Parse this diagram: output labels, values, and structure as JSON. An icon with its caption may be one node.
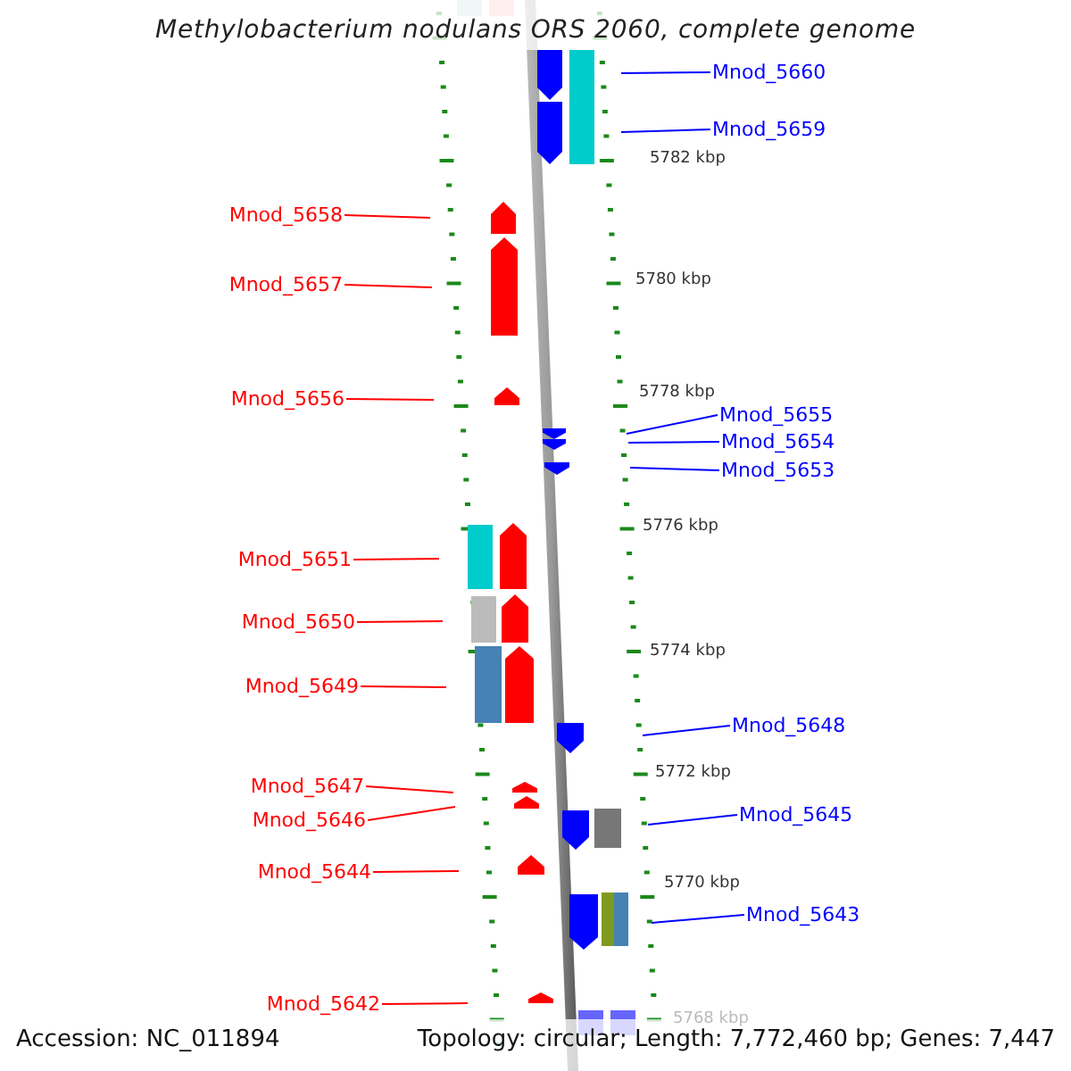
{
  "diagram": {
    "title": "Methylobacterium nodulans ORS 2060, complete genome",
    "nodes": [
      {
        "text": [
          "Mnod_5660"
        ]
      },
      {
        "text": [
          "Mnod_5659"
        ]
      },
      {
        "text": [
          "Mnod_5658"
        ]
      },
      {
        "text": [
          "Mnod_5657"
        ]
      },
      {
        "text": [
          "Mnod_5656"
        ]
      },
      {
        "text": [
          "Mnod_5655"
        ]
      },
      {
        "text": [
          "Mnod_5654"
        ]
      },
      {
        "text": [
          "Mnod_5653"
        ]
      },
      {
        "text": [
          "Mnod_5651"
        ]
      },
      {
        "text": [
          "Mnod_5650"
        ]
      },
      {
        "text": [
          "Mnod_5649"
        ]
      },
      {
        "text": [
          "Mnod_5648"
        ]
      },
      {
        "text": [
          "Mnod_5647"
        ]
      },
      {
        "text": [
          "Mnod_5646"
        ]
      },
      {
        "text": [
          "Mnod_5645"
        ]
      },
      {
        "text": [
          "Mnod_5644"
        ]
      },
      {
        "text": [
          "Mnod_5643"
        ]
      },
      {
        "text": [
          "Mnod_5642"
        ]
      }
    ],
    "edges": [
      {
        "from": 0,
        "to": null,
        "arrow": "none",
        "color": "#0000ff"
      },
      {
        "from": 1,
        "to": null,
        "arrow": "none",
        "color": "#0000ff"
      },
      {
        "from": 2,
        "to": null,
        "arrow": "none"
      },
      {
        "from": 3,
        "to": null,
        "arrow": "none"
      },
      {
        "from": 4,
        "to": null,
        "arrow": "none"
      },
      {
        "from": 5,
        "to": null,
        "arrow": "none",
        "color": "#0000ff"
      },
      {
        "from": 6,
        "to": null,
        "arrow": "none",
        "color": "#0000ff"
      },
      {
        "from": 7,
        "to": null,
        "arrow": "none",
        "color": "#0000ff"
      },
      {
        "from": 8,
        "to": null,
        "arrow": "none"
      },
      {
        "from": 9,
        "to": null,
        "arrow": "none"
      },
      {
        "from": 10,
        "to": null,
        "arrow": "none"
      },
      {
        "from": 11,
        "to": null,
        "arrow": "none",
        "color": "#0000ff"
      },
      {
        "from": 12,
        "to": null,
        "arrow": "none"
      },
      {
        "from": 13,
        "to": null,
        "arrow": "none"
      },
      {
        "from": 14,
        "to": null,
        "arrow": "none",
        "color": "#0000ff"
      },
      {
        "from": 15,
        "to": null,
        "arrow": "none"
      },
      {
        "from": 16,
        "to": null,
        "arrow": "none",
        "color": "#0000ff"
      },
      {
        "from": 17,
        "to": null,
        "arrow": "none"
      }
    ],
    "labels": [
      "5782 kbp",
      "5780 kbp",
      "5778 kbp",
      "5776 kbp",
      "5774 kbp",
      "5772 kbp",
      "5770 kbp",
      "5768 kbp",
      "Accession: NC_011894",
      "Topology: circular; Length: 7,772,460 bp; Genes: 7,447"
    ]
  }
}
